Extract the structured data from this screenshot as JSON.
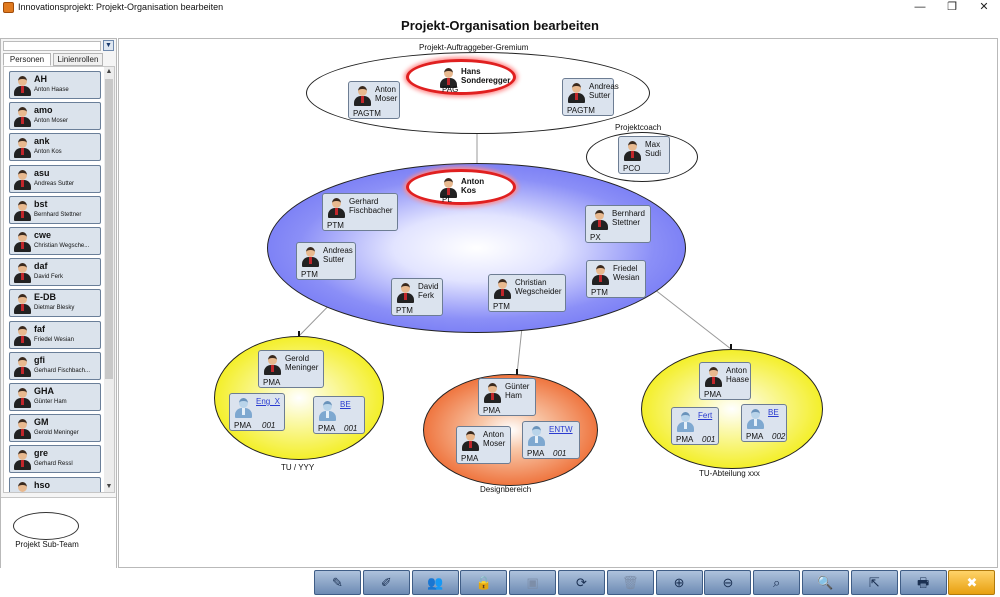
{
  "window": {
    "title": "Innovationsprojekt: Projekt-Organisation bearbeiten",
    "minimize": "—",
    "restore": "❐",
    "close": "✕"
  },
  "page_title": "Projekt-Organisation bearbeiten",
  "sidebar": {
    "filter_icon": "filter-icon",
    "tabs": [
      "Personen",
      "Linienrollen"
    ],
    "persons": [
      {
        "code": "AH",
        "name": "Anton Haase"
      },
      {
        "code": "amo",
        "name": "Anton Moser"
      },
      {
        "code": "ank",
        "name": "Anton Kos"
      },
      {
        "code": "asu",
        "name": "Andreas Sutter"
      },
      {
        "code": "bst",
        "name": "Bernhard Stettner"
      },
      {
        "code": "cwe",
        "name": "Christian Wegsche..."
      },
      {
        "code": "daf",
        "name": "David Ferk"
      },
      {
        "code": "E-DB",
        "name": "Dietmar Blesky"
      },
      {
        "code": "faf",
        "name": "Friedel Wesian"
      },
      {
        "code": "gfi",
        "name": "Gerhard Fischbach..."
      },
      {
        "code": "GHA",
        "name": "Günter Ham"
      },
      {
        "code": "GM",
        "name": "Gerold Meninger"
      },
      {
        "code": "gre",
        "name": "Gerhard Ressl"
      },
      {
        "code": "hso",
        "name": ""
      }
    ],
    "template_label": "Projekt Sub-Team"
  },
  "org": {
    "gremium": {
      "label": "Projekt-Auftraggeber-Gremium",
      "lead": {
        "name1": "Hans",
        "name2": "Sonderegger",
        "role": "PAG"
      },
      "members": [
        {
          "name1": "Anton",
          "name2": "Moser",
          "role": "PAGTM"
        },
        {
          "name1": "Andreas",
          "name2": "Sutter",
          "role": "PAGTM"
        }
      ]
    },
    "coach": {
      "label": "Projektcoach",
      "member": {
        "name1": "Max",
        "name2": "Sudi",
        "role": "PCO"
      }
    },
    "core": {
      "lead": {
        "name1": "Anton",
        "name2": "Kos",
        "role": "PL"
      },
      "members": [
        {
          "name1": "Gerhard",
          "name2": "Fischbacher",
          "role": "PTM"
        },
        {
          "name1": "Andreas",
          "name2": "Sutter",
          "role": "PTM"
        },
        {
          "name1": "David",
          "name2": "Ferk",
          "role": "PTM"
        },
        {
          "name1": "Christian",
          "name2": "Wegscheider",
          "role": "PTM"
        },
        {
          "name1": "Bernhard",
          "name2": "Stettner",
          "role": "PX"
        },
        {
          "name1": "Friedel",
          "name2": "Wesian",
          "role": "PTM"
        }
      ]
    },
    "team_tu": {
      "label": "TU / YYY",
      "members": [
        {
          "name1": "Gerold",
          "name2": "Meninger",
          "role": "PMA"
        },
        {
          "link": "Eng_X",
          "role": "PMA",
          "num": "001"
        },
        {
          "link": "BE",
          "role": "PMA",
          "num": "001"
        }
      ]
    },
    "team_design": {
      "label": "Designbereich",
      "members": [
        {
          "name1": "Günter",
          "name2": "Ham",
          "role": "PMA"
        },
        {
          "name1": "Anton",
          "name2": "Moser",
          "role": "PMA"
        },
        {
          "link": "ENTW",
          "role": "PMA",
          "num": "001"
        }
      ]
    },
    "team_abt": {
      "label": "TU-Abteilung xxx",
      "members": [
        {
          "name1": "Anton",
          "name2": "Haase",
          "role": "PMA"
        },
        {
          "link": "Fert",
          "role": "PMA",
          "num": "001"
        },
        {
          "link": "BE",
          "role": "PMA",
          "num": "002"
        }
      ]
    }
  },
  "colors": {
    "gremium_fill": "#ffffff",
    "core_fill": "#5a5ff2",
    "tu_fill": "#f3ee1e",
    "design_fill": "#ee6e36",
    "abt_fill": "#f3ee1e",
    "lead_border": "#e02020"
  },
  "toolbar": {
    "buttons": [
      {
        "icon": "edit-person-icon",
        "glyph": "✎"
      },
      {
        "icon": "edit-document-icon",
        "glyph": "✐"
      },
      {
        "icon": "users-icon",
        "glyph": "👥"
      },
      {
        "icon": "lock-icon",
        "glyph": "🔒"
      },
      {
        "icon": "save-icon",
        "glyph": "▣"
      },
      {
        "icon": "refresh-icon",
        "glyph": "⟳"
      },
      {
        "icon": "delete-icon",
        "glyph": "🗑"
      },
      {
        "icon": "zoom-in-icon",
        "glyph": "⊕"
      },
      {
        "icon": "zoom-out-icon",
        "glyph": "⊖"
      },
      {
        "icon": "zoom-fit-icon",
        "glyph": "⌕"
      },
      {
        "icon": "search-icon",
        "glyph": "🔍"
      },
      {
        "icon": "export-icon",
        "glyph": "⇱"
      },
      {
        "icon": "print-icon",
        "glyph": "🖶"
      },
      {
        "icon": "close-icon",
        "glyph": "✖"
      }
    ]
  }
}
